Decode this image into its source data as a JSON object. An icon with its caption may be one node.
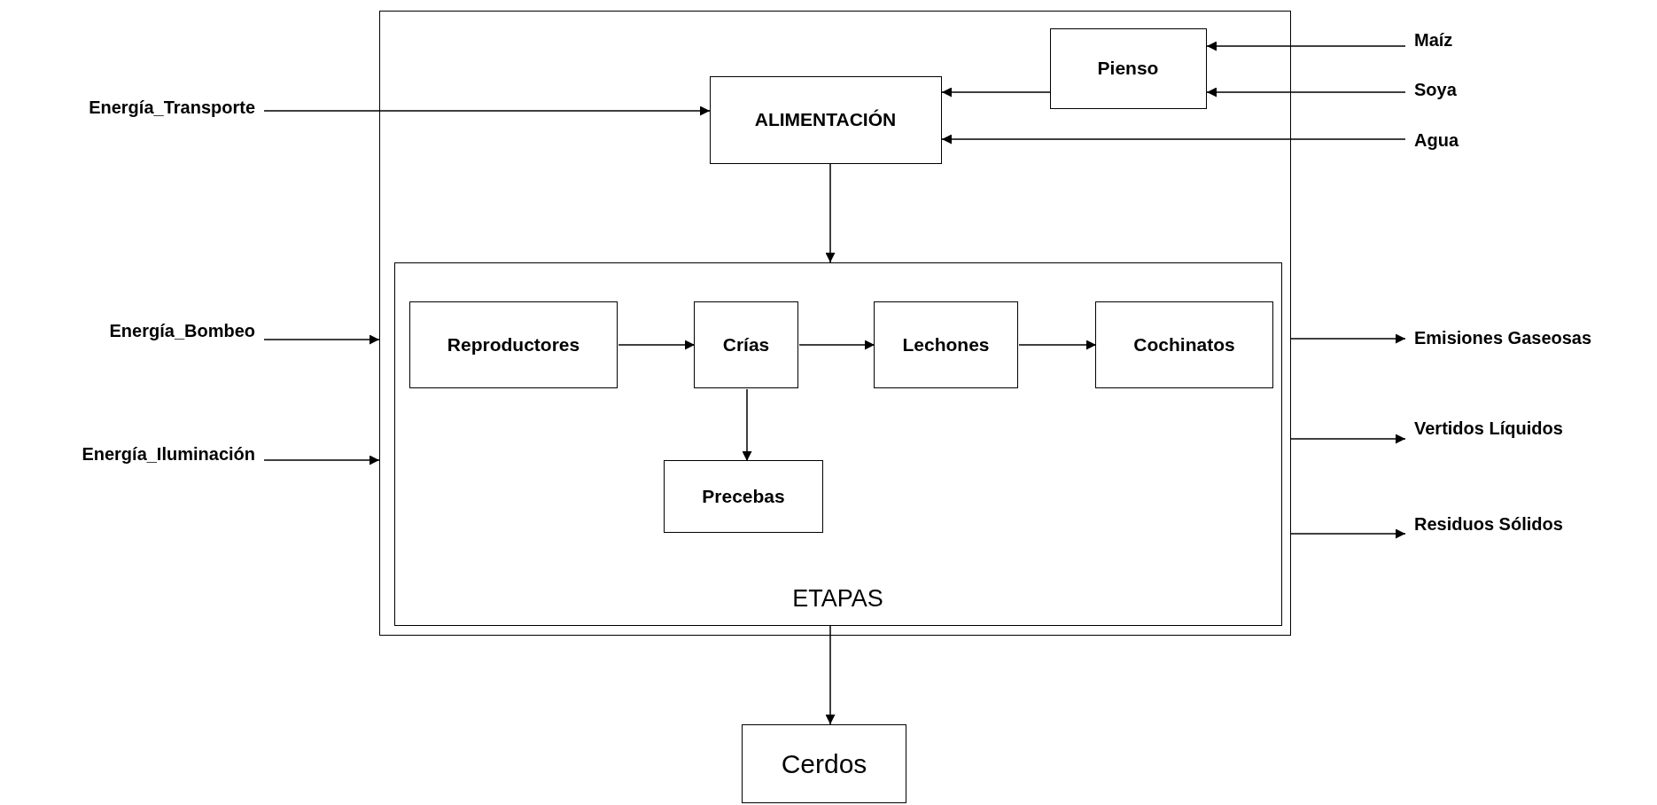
{
  "diagram": {
    "nodes": [
      {
        "text": [],
        "shape": "box"
      },
      {
        "text": [
          "Pienso"
        ],
        "in": 0
      },
      {
        "text": [
          "ALIMENTACIÓN"
        ],
        "in": 0
      },
      {
        "text": [
          "ETAPAS"
        ],
        "in": 0
      },
      {
        "text": [
          "Reproductores"
        ],
        "in": 3
      },
      {
        "text": [
          "Crías"
        ],
        "in": 3
      },
      {
        "text": [
          "Lechones"
        ],
        "in": 3
      },
      {
        "text": [
          "Cochinatos"
        ],
        "in": 3
      },
      {
        "text": [
          "Precebas"
        ],
        "in": 3
      },
      {
        "text": [
          "Cerdos"
        ]
      },
      {
        "text": [
          "Energía_Transporte"
        ]
      },
      {
        "text": [
          "Energía_Bombeo"
        ]
      },
      {
        "text": [
          "Energía_Iluminación"
        ]
      },
      {
        "text": [
          "Maíz"
        ]
      },
      {
        "text": [
          "Soya"
        ]
      },
      {
        "text": [
          "Agua"
        ]
      },
      {
        "text": [
          "Emisiones Gaseosas"
        ]
      },
      {
        "text": [
          "Vertidos Líquidos"
        ]
      },
      {
        "text": [
          "Residuos Sólidos"
        ]
      }
    ],
    "edges": [
      {
        "from": 10,
        "to": 2,
        "arrow": "to"
      },
      {
        "from": 11,
        "to": 0,
        "arrow": "to"
      },
      {
        "from": 12,
        "to": 0,
        "arrow": "to"
      },
      {
        "from": 13,
        "to": 1,
        "arrow": "to"
      },
      {
        "from": 14,
        "to": 1,
        "arrow": "to"
      },
      {
        "from": 15,
        "to": 2,
        "arrow": "to"
      },
      {
        "from": 1,
        "to": 2,
        "arrow": "to"
      },
      {
        "from": 2,
        "to": 3,
        "arrow": "to"
      },
      {
        "from": 4,
        "to": 5,
        "arrow": "to"
      },
      {
        "from": 5,
        "to": 6,
        "arrow": "to"
      },
      {
        "from": 6,
        "to": 7,
        "arrow": "to"
      },
      {
        "from": 5,
        "to": 8,
        "arrow": "to"
      },
      {
        "from": 0,
        "to": 16,
        "arrow": "to"
      },
      {
        "from": 0,
        "to": 17,
        "arrow": "to"
      },
      {
        "from": 0,
        "to": 18,
        "arrow": "to"
      },
      {
        "from": 3,
        "to": 9,
        "arrow": "to"
      }
    ]
  }
}
